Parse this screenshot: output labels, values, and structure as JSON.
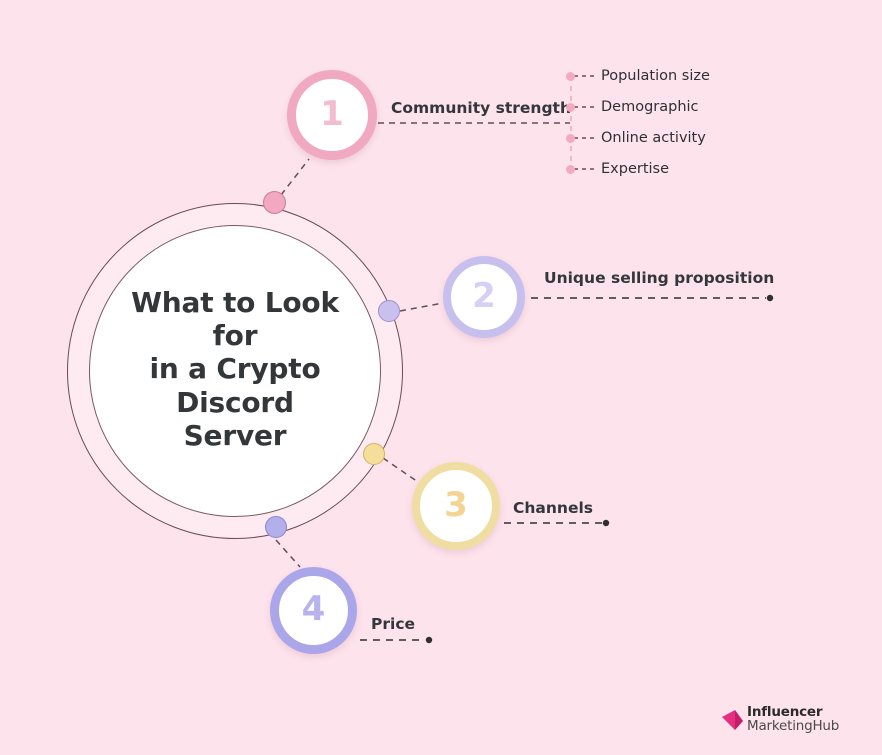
{
  "theme": {
    "background": "#fde3ec",
    "title_color": "#33373a",
    "node1_color": "#f0a9c0",
    "node2_color": "#c7bfee",
    "node3_color": "#f0dda2",
    "node4_color": "#aba5ea",
    "dash_color": "#5c4a52"
  },
  "hub": {
    "title": "What to Look for in a Crypto Discord Server",
    "title_lines": [
      "What to Look for",
      "in a Crypto Discord",
      "Server"
    ]
  },
  "nodes": [
    {
      "number": "1",
      "label": "Community strength",
      "color": "#f0a9c0",
      "sub_items": [
        {
          "label": "Population size"
        },
        {
          "label": "Demographic"
        },
        {
          "label": "Online activity"
        },
        {
          "label": "Expertise"
        }
      ]
    },
    {
      "number": "2",
      "label": "Unique selling proposition",
      "color": "#c7bfee",
      "sub_items": []
    },
    {
      "number": "3",
      "label": "Channels",
      "color": "#f0dda2",
      "sub_items": []
    },
    {
      "number": "4",
      "label": "Price",
      "color": "#aba5ea",
      "sub_items": []
    }
  ],
  "logo": {
    "line1": "Influencer",
    "line2_bold": "Marketing",
    "line2_light": "Hub",
    "mark_color": "#e5307f",
    "mark_color_dark": "#c41f66"
  }
}
